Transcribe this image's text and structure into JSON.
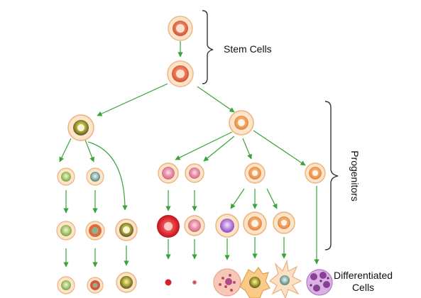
{
  "labels": {
    "stem_cells": "Stem Cells",
    "progenitors": "Progenitors",
    "differentiated_line1": "Differentiated",
    "differentiated_line2": "Cells"
  },
  "colors": {
    "arrow": "#3aa33a",
    "bracket": "#333333",
    "cell_membrane": "#f3c08a",
    "cell_cytoplasm": "#fde8cc",
    "stem_nucleus": "#e6603a",
    "nucleus_yellow": "#c8c23a",
    "nucleus_pink": "#e58aa0",
    "nucleus_violet": "#b56ad0",
    "nucleus_red": "#d8222a",
    "nucleus_green": "#a6c36a"
  },
  "cells": [
    {
      "id": "stem-cell-1",
      "type": "stem"
    },
    {
      "id": "stem-cell-2",
      "type": "stem"
    },
    {
      "id": "myeloid-progenitor",
      "type": "yellow"
    },
    {
      "id": "lymphoid-progenitor",
      "type": "orange"
    }
  ]
}
